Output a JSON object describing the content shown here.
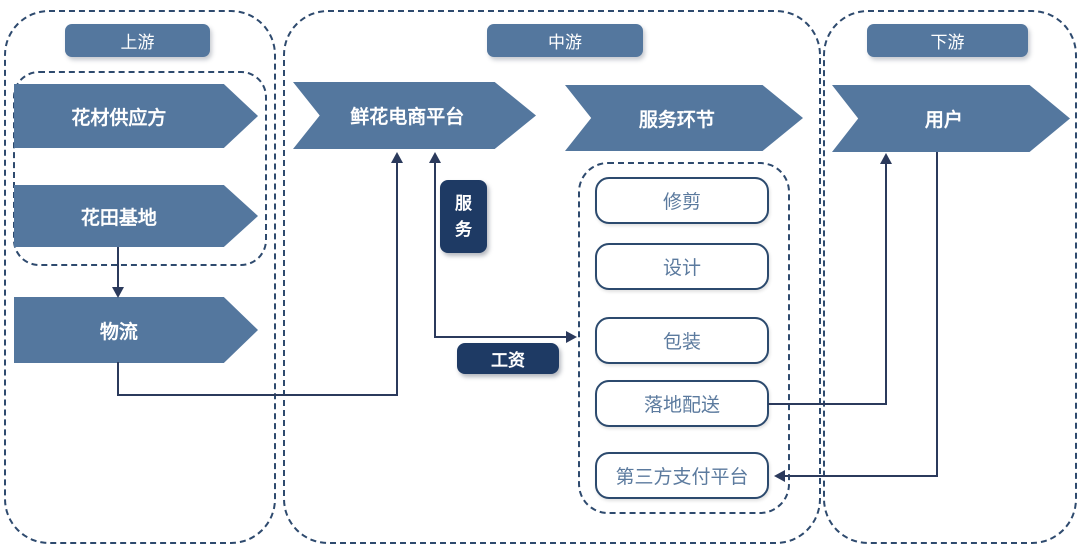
{
  "colors": {
    "arrow_fill": "#54779e",
    "dark_badge": "#1e3a64",
    "connector_line": "#2b3a5c",
    "dashed_border": "#2e4a6e",
    "item_text": "#5b7a9e",
    "arrow_text": "#ffffff"
  },
  "sections": {
    "upstream": {
      "title": "上游",
      "nodes": [
        {
          "label": "花材供应方"
        },
        {
          "label": "花田基地"
        },
        {
          "label": "物流"
        }
      ]
    },
    "midstream": {
      "title": "中游",
      "platform": {
        "label": "鲜花电商平台"
      },
      "service_stage": {
        "label": "服务环节"
      },
      "flow_labels": {
        "service": "服务",
        "wage": "工资"
      },
      "service_items": [
        {
          "label": "修剪"
        },
        {
          "label": "设计"
        },
        {
          "label": "包装"
        },
        {
          "label": "落地配送"
        },
        {
          "label": "第三方支付平台"
        }
      ]
    },
    "downstream": {
      "title": "下游",
      "user": {
        "label": "用户"
      }
    }
  }
}
